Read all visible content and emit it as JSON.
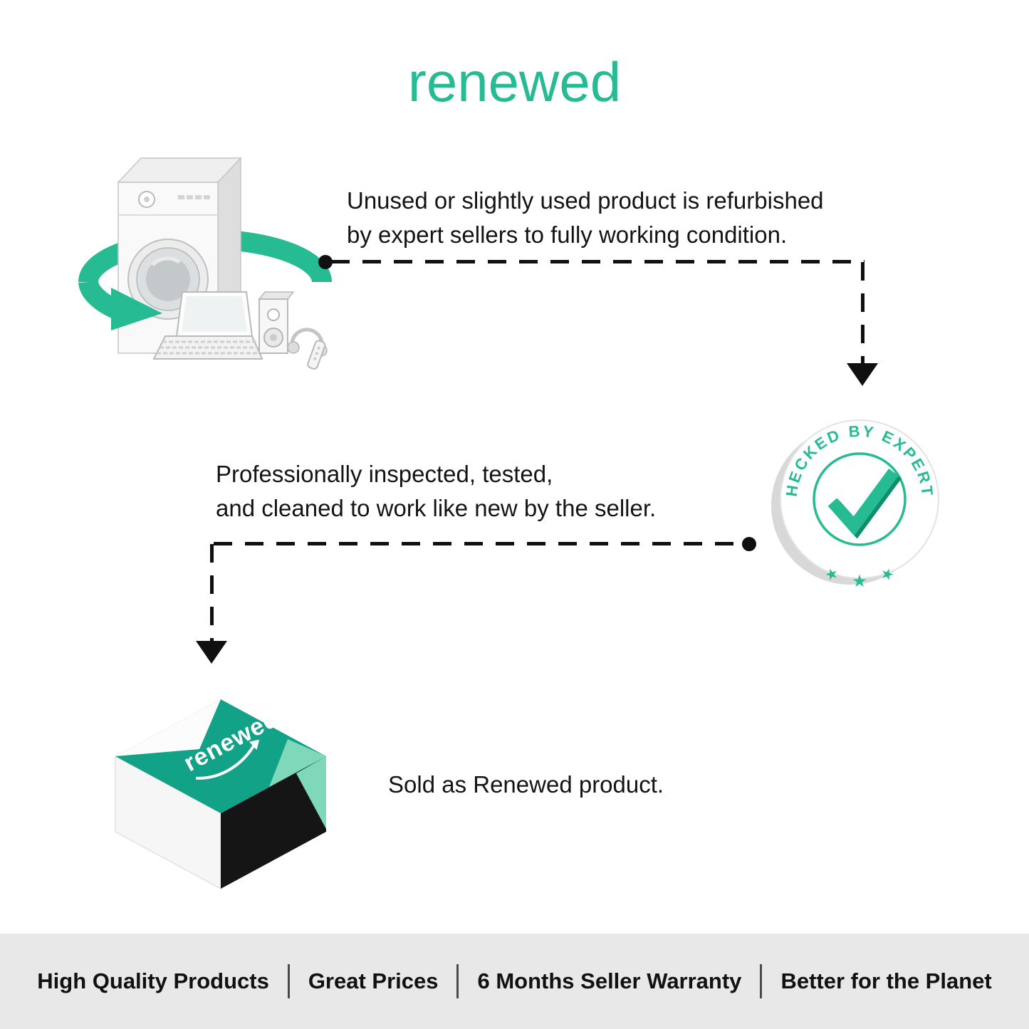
{
  "colors": {
    "accent": "#27bb94",
    "footer_bg": "#e8e8e8",
    "box_teal": "#12a287",
    "box_mint": "#7fd8ba",
    "ink": "#141414"
  },
  "title": "renewed",
  "step1": {
    "line1": "Unused or slightly used product is refurbished",
    "line2": "by expert sellers to fully working condition."
  },
  "step2": {
    "line1": "Professionally inspected, tested,",
    "line2": "and cleaned to work like new by the seller."
  },
  "step3": {
    "line1": "Sold as Renewed product."
  },
  "badge": {
    "arc_text": "CHECKED BY EXPERTS",
    "star": "★"
  },
  "box": {
    "logo_text": "renewed"
  },
  "footer": {
    "items": [
      "High Quality Products",
      "Great Prices",
      "6 Months Seller Warranty",
      "Better for the Planet"
    ]
  }
}
